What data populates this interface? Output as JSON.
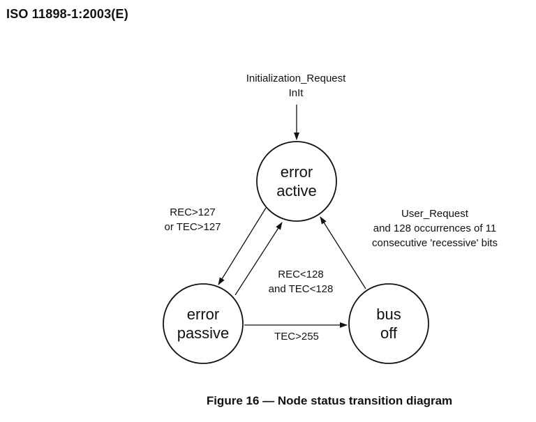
{
  "header": {
    "title": "ISO 11898-1:2003(E)"
  },
  "figure": {
    "caption": "Figure 16 — Node status transition diagram"
  },
  "diagram": {
    "type": "state-transition",
    "states": {
      "error_active": {
        "line1": "error",
        "line2": "active"
      },
      "error_passive": {
        "line1": "error",
        "line2": "passive"
      },
      "bus_off": {
        "line1": "bus",
        "line2": "off"
      }
    },
    "transitions": {
      "init": {
        "line1": "Initialization_Request",
        "line2": "InIt"
      },
      "active_to_passive": {
        "line1": "REC>127",
        "line2": "or TEC>127"
      },
      "passive_to_active": {
        "line1": "REC<128",
        "line2": "and TEC<128"
      },
      "busoff_to_active": {
        "line1": "User_Request",
        "line2": "and 128 occurrences of 11",
        "line3": "consecutive 'recessive' bits"
      },
      "passive_to_busoff": {
        "line1": "TEC>255"
      }
    },
    "colors": {
      "ink": "#111111",
      "background": "#ffffff"
    }
  }
}
